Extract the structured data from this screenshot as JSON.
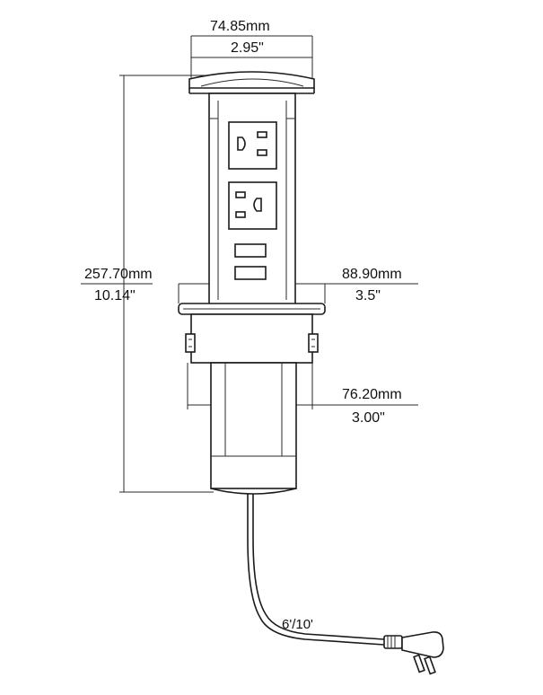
{
  "dimensions": {
    "top_width_mm": "74.85mm",
    "top_width_in": "2.95\"",
    "height_mm": "257.70mm",
    "height_in": "10.14\"",
    "flange_mm": "88.90mm",
    "flange_in": "3.5\"",
    "body_mm": "76.20mm",
    "body_in": "3.00\"",
    "cord_length": "6'/10'"
  }
}
